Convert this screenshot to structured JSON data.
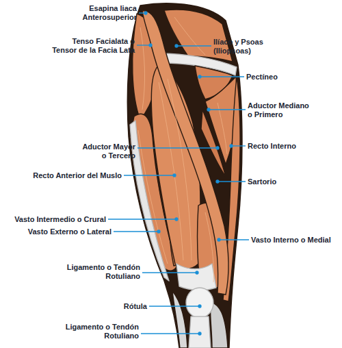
{
  "diagram": {
    "labels": [
      "Esapina liaca Anterosuperior",
      "Tenso Facialata o Tensor de la Facia Lata",
      "Ilíaco y Psoas (Iliopsoas)",
      "Pectíneo",
      "Aductor Mediano o Primero",
      "Aductor Mayor o Tercero",
      "Recto Interno",
      "Recto Anterior del Muslo",
      "Sartorio",
      "Vasto Intermedio o Crural",
      "Vasto Externo o Lateral",
      "Vasto Interno o Medial",
      "Ligamento o Tendón Rotuliano",
      "Rótula",
      "Ligamento o Tendón Rotuliano"
    ]
  }
}
